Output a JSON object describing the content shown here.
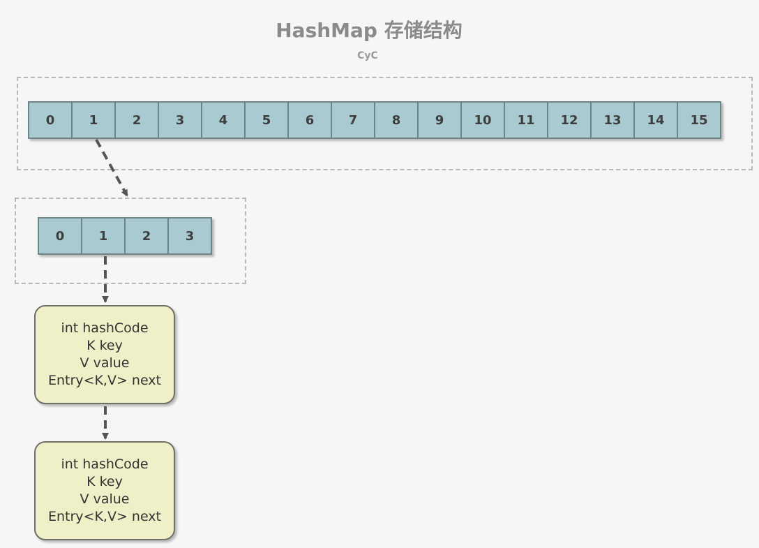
{
  "title": "HashMap 存储结构",
  "subtitle": "CyC",
  "outer_array": {
    "cells": [
      "0",
      "1",
      "2",
      "3",
      "4",
      "5",
      "6",
      "7",
      "8",
      "9",
      "10",
      "11",
      "12",
      "13",
      "14",
      "15"
    ]
  },
  "inner_array": {
    "cells": [
      "0",
      "1",
      "2",
      "3"
    ]
  },
  "entries": [
    {
      "fields": [
        "int hashCode",
        "K key",
        "V value",
        "Entry<K,V> next"
      ]
    },
    {
      "fields": [
        "int hashCode",
        "K key",
        "V value",
        "Entry<K,V> next"
      ]
    }
  ]
}
